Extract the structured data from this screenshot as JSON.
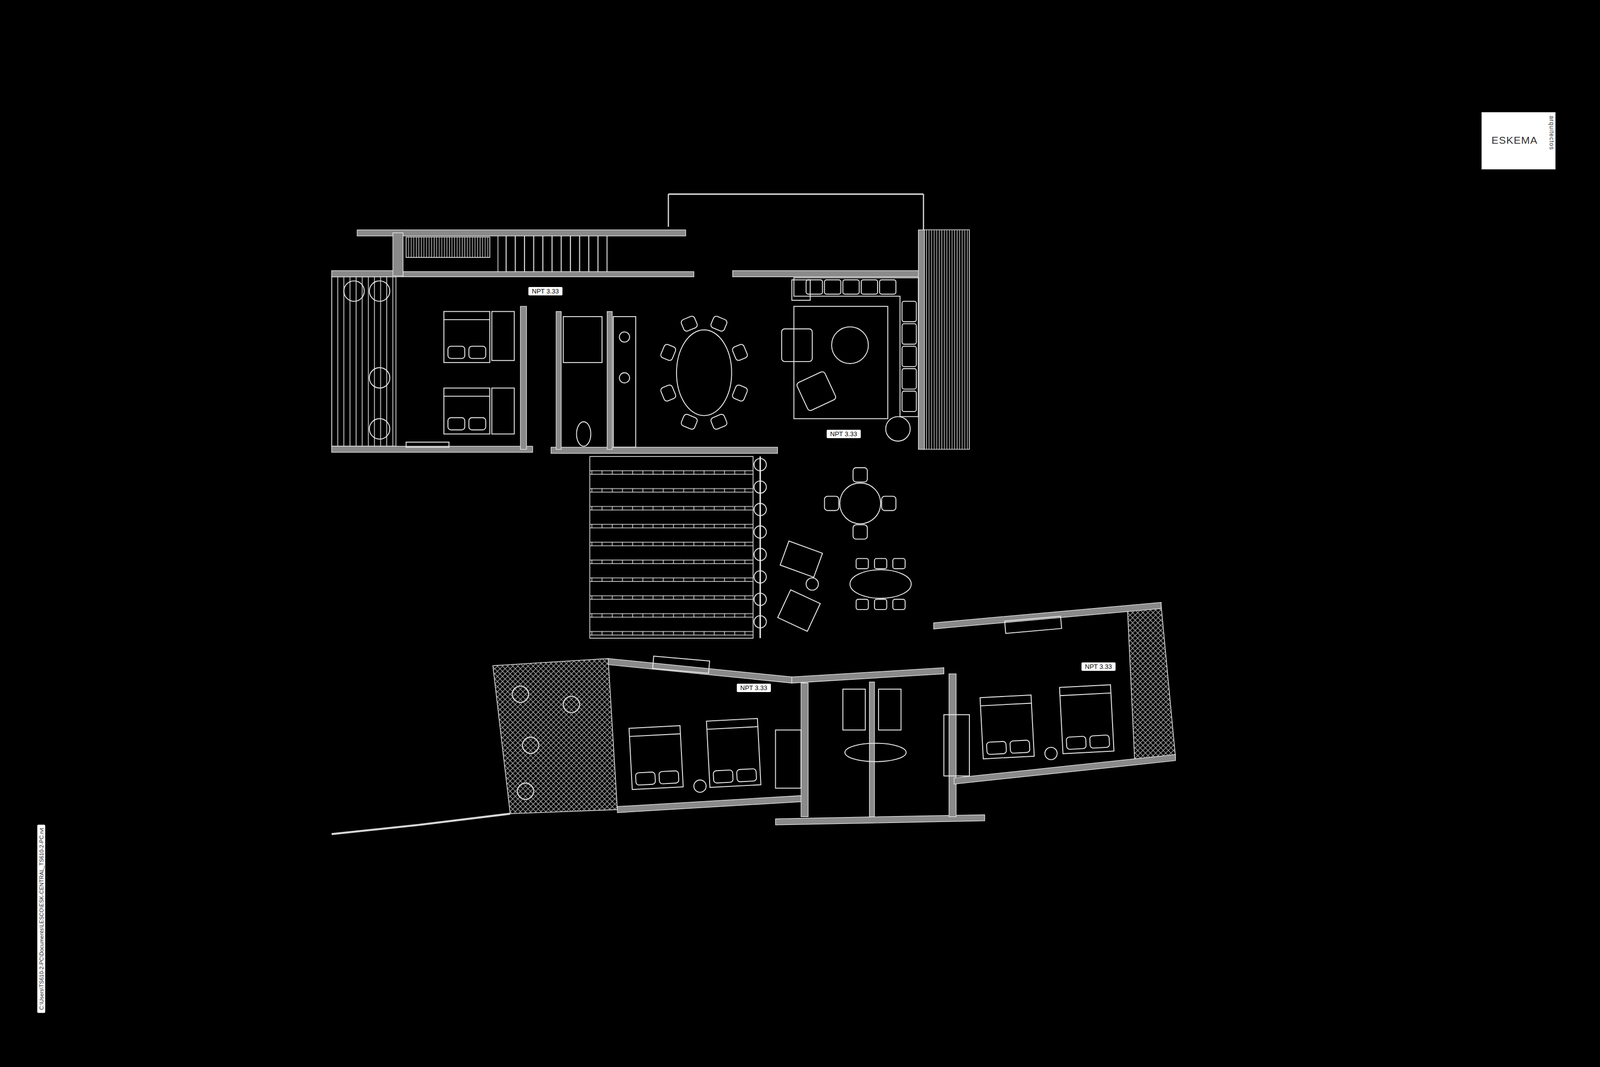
{
  "diagram": {
    "nodes": [
      {
        "text": [
          "ESKEMA",
          "arquitectos"
        ]
      },
      {
        "text": [
          "NPT 3.33"
        ]
      },
      {
        "text": [
          "NPT 3.33"
        ]
      },
      {
        "text": [
          "NPT 3.33"
        ]
      },
      {
        "text": [
          "NPT 3.33"
        ]
      },
      {
        "text": [
          "C:\\Users\\TS610-2-PC\\Documents\\LESCO\\ESK-CENTRAL_TS610-2-PC.rvt"
        ]
      }
    ]
  }
}
